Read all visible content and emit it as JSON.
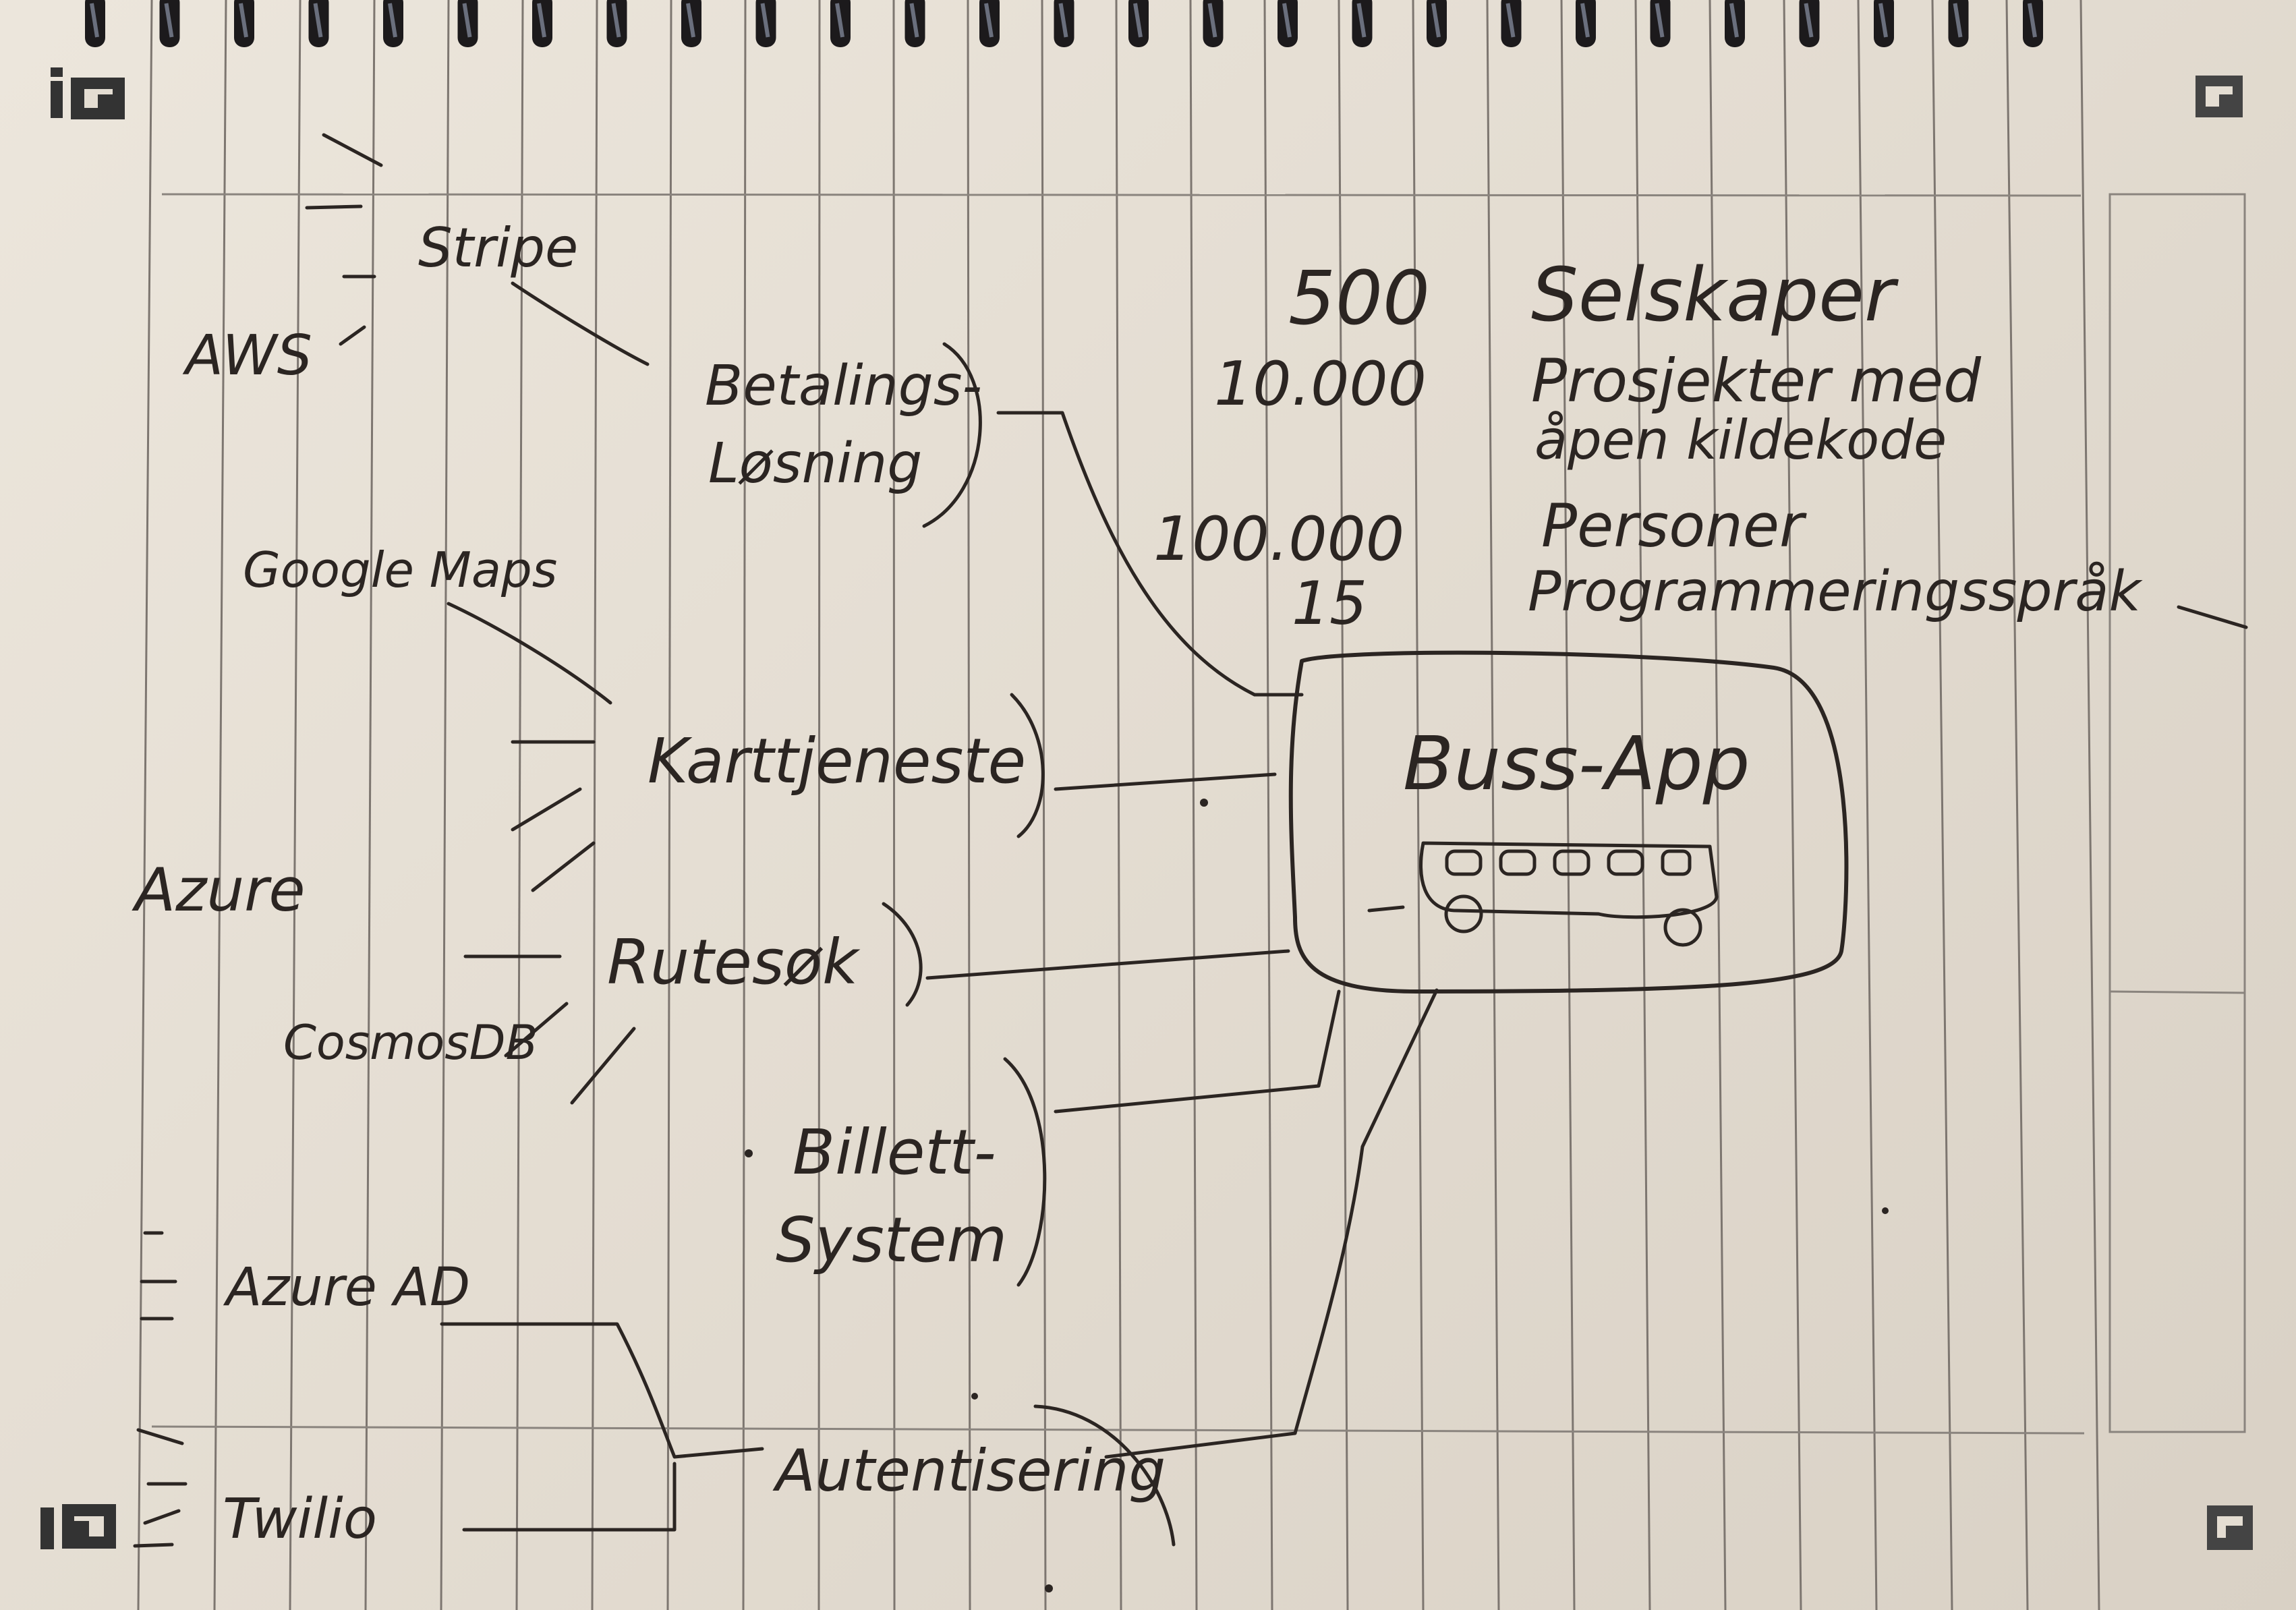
{
  "notebook": {
    "logo_top_left": "iG",
    "logo_bottom_left": "iG"
  },
  "diagram": {
    "center": {
      "label": "Buss-App"
    },
    "services": [
      {
        "id": "betaling",
        "lines": [
          "Betalings-",
          "Løsning"
        ]
      },
      {
        "id": "kart",
        "lines": [
          "Karttjeneste"
        ]
      },
      {
        "id": "rute",
        "lines": [
          "Rutesøk"
        ]
      },
      {
        "id": "billett",
        "lines": [
          "Billett-",
          "System"
        ]
      },
      {
        "id": "auth",
        "lines": [
          "Autentisering"
        ]
      }
    ],
    "providers": [
      {
        "id": "stripe",
        "label": "Stripe"
      },
      {
        "id": "aws",
        "label": "AWS"
      },
      {
        "id": "google-maps",
        "label": "Google Maps"
      },
      {
        "id": "azure",
        "label": "Azure"
      },
      {
        "id": "cosmosdb",
        "label": "CosmosDB"
      },
      {
        "id": "azure-ad",
        "label": "Azure AD"
      },
      {
        "id": "twilio",
        "label": "Twilio"
      }
    ]
  },
  "stats": [
    {
      "number": "500",
      "label": "Selskaper"
    },
    {
      "number": "10.000",
      "label": "Prosjekter med",
      "label2": "åpen kildekode"
    },
    {
      "number": "100.000",
      "label": "Personer"
    },
    {
      "number": "15",
      "label": "Programmeringsspråk"
    }
  ],
  "colors": {
    "paper": "#e7e0d6",
    "ink": "#2b2522",
    "rule": "#7d7670",
    "spiral": "#1c1a1c"
  }
}
